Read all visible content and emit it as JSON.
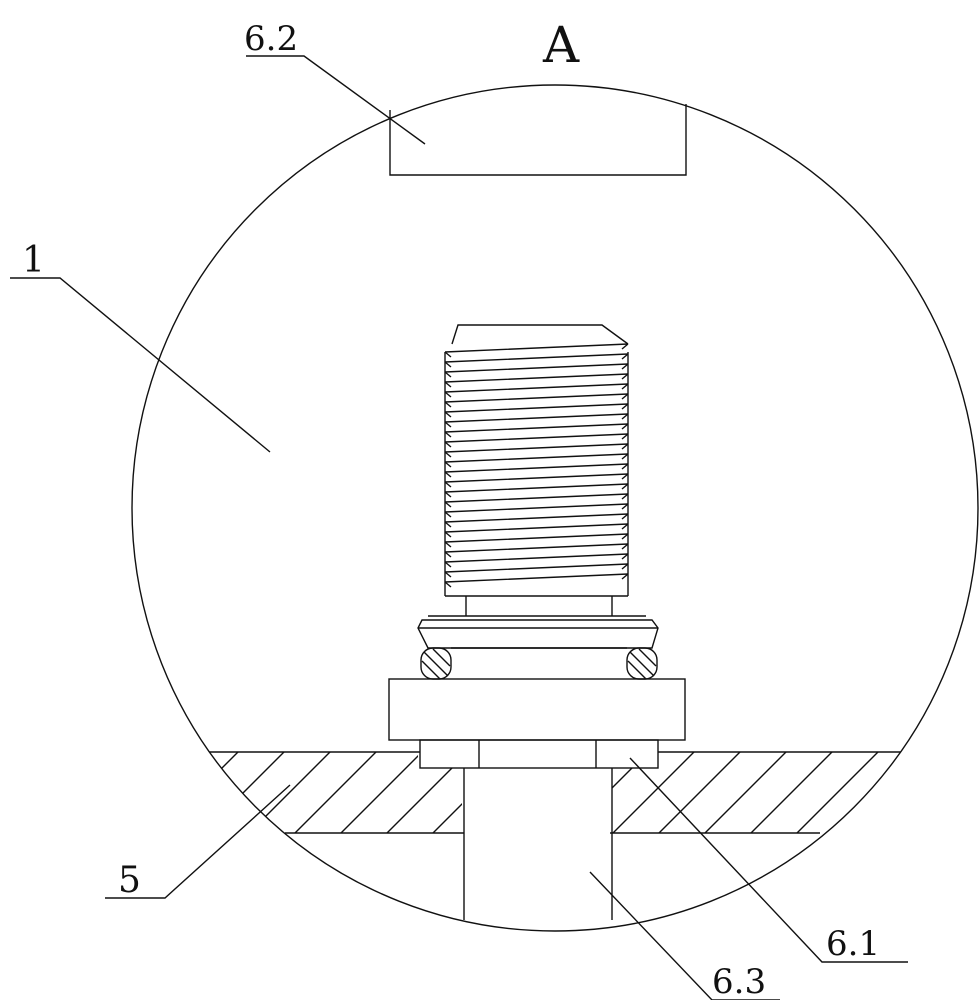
{
  "figure": {
    "view_label": "A",
    "callouts": {
      "part_1": "1",
      "part_5": "5",
      "part_6_1": "6.1",
      "part_6_2": "6.2",
      "part_6_3": "6.3"
    },
    "colors": {
      "line": "#111111",
      "background": "#ffffff"
    }
  }
}
